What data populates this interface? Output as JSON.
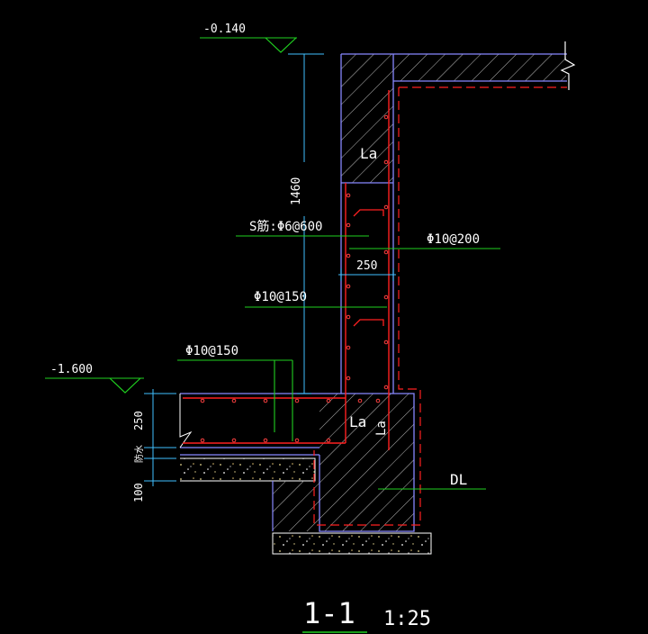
{
  "drawing": {
    "levels": {
      "top": "-0.140",
      "bottom": "-1.600"
    },
    "dimensions": {
      "wall_height": "1460",
      "wall_thickness": "250",
      "slab_thickness": "250",
      "waterproof_label": "防水",
      "base_thickness": "100"
    },
    "rebar_labels": {
      "s_bar": "S筋:Φ6@600",
      "wall_outer": "Φ10@200",
      "wall_inner": "Φ10@150",
      "slab": "Φ10@150"
    },
    "anchorage_labels": {
      "upper": "La",
      "lower_horizontal": "La",
      "lower_vertical": "La"
    },
    "beam_label": "DL",
    "section": {
      "name": "1-1",
      "scale": "1:25"
    },
    "colors": {
      "background": "#000000",
      "concrete_outline": "#8888ff",
      "hatch": "#c8c8c8",
      "rebar": "#ff2020",
      "leader": "#20d020",
      "dimension": "#40c0ff",
      "text": "#ffffff"
    }
  }
}
